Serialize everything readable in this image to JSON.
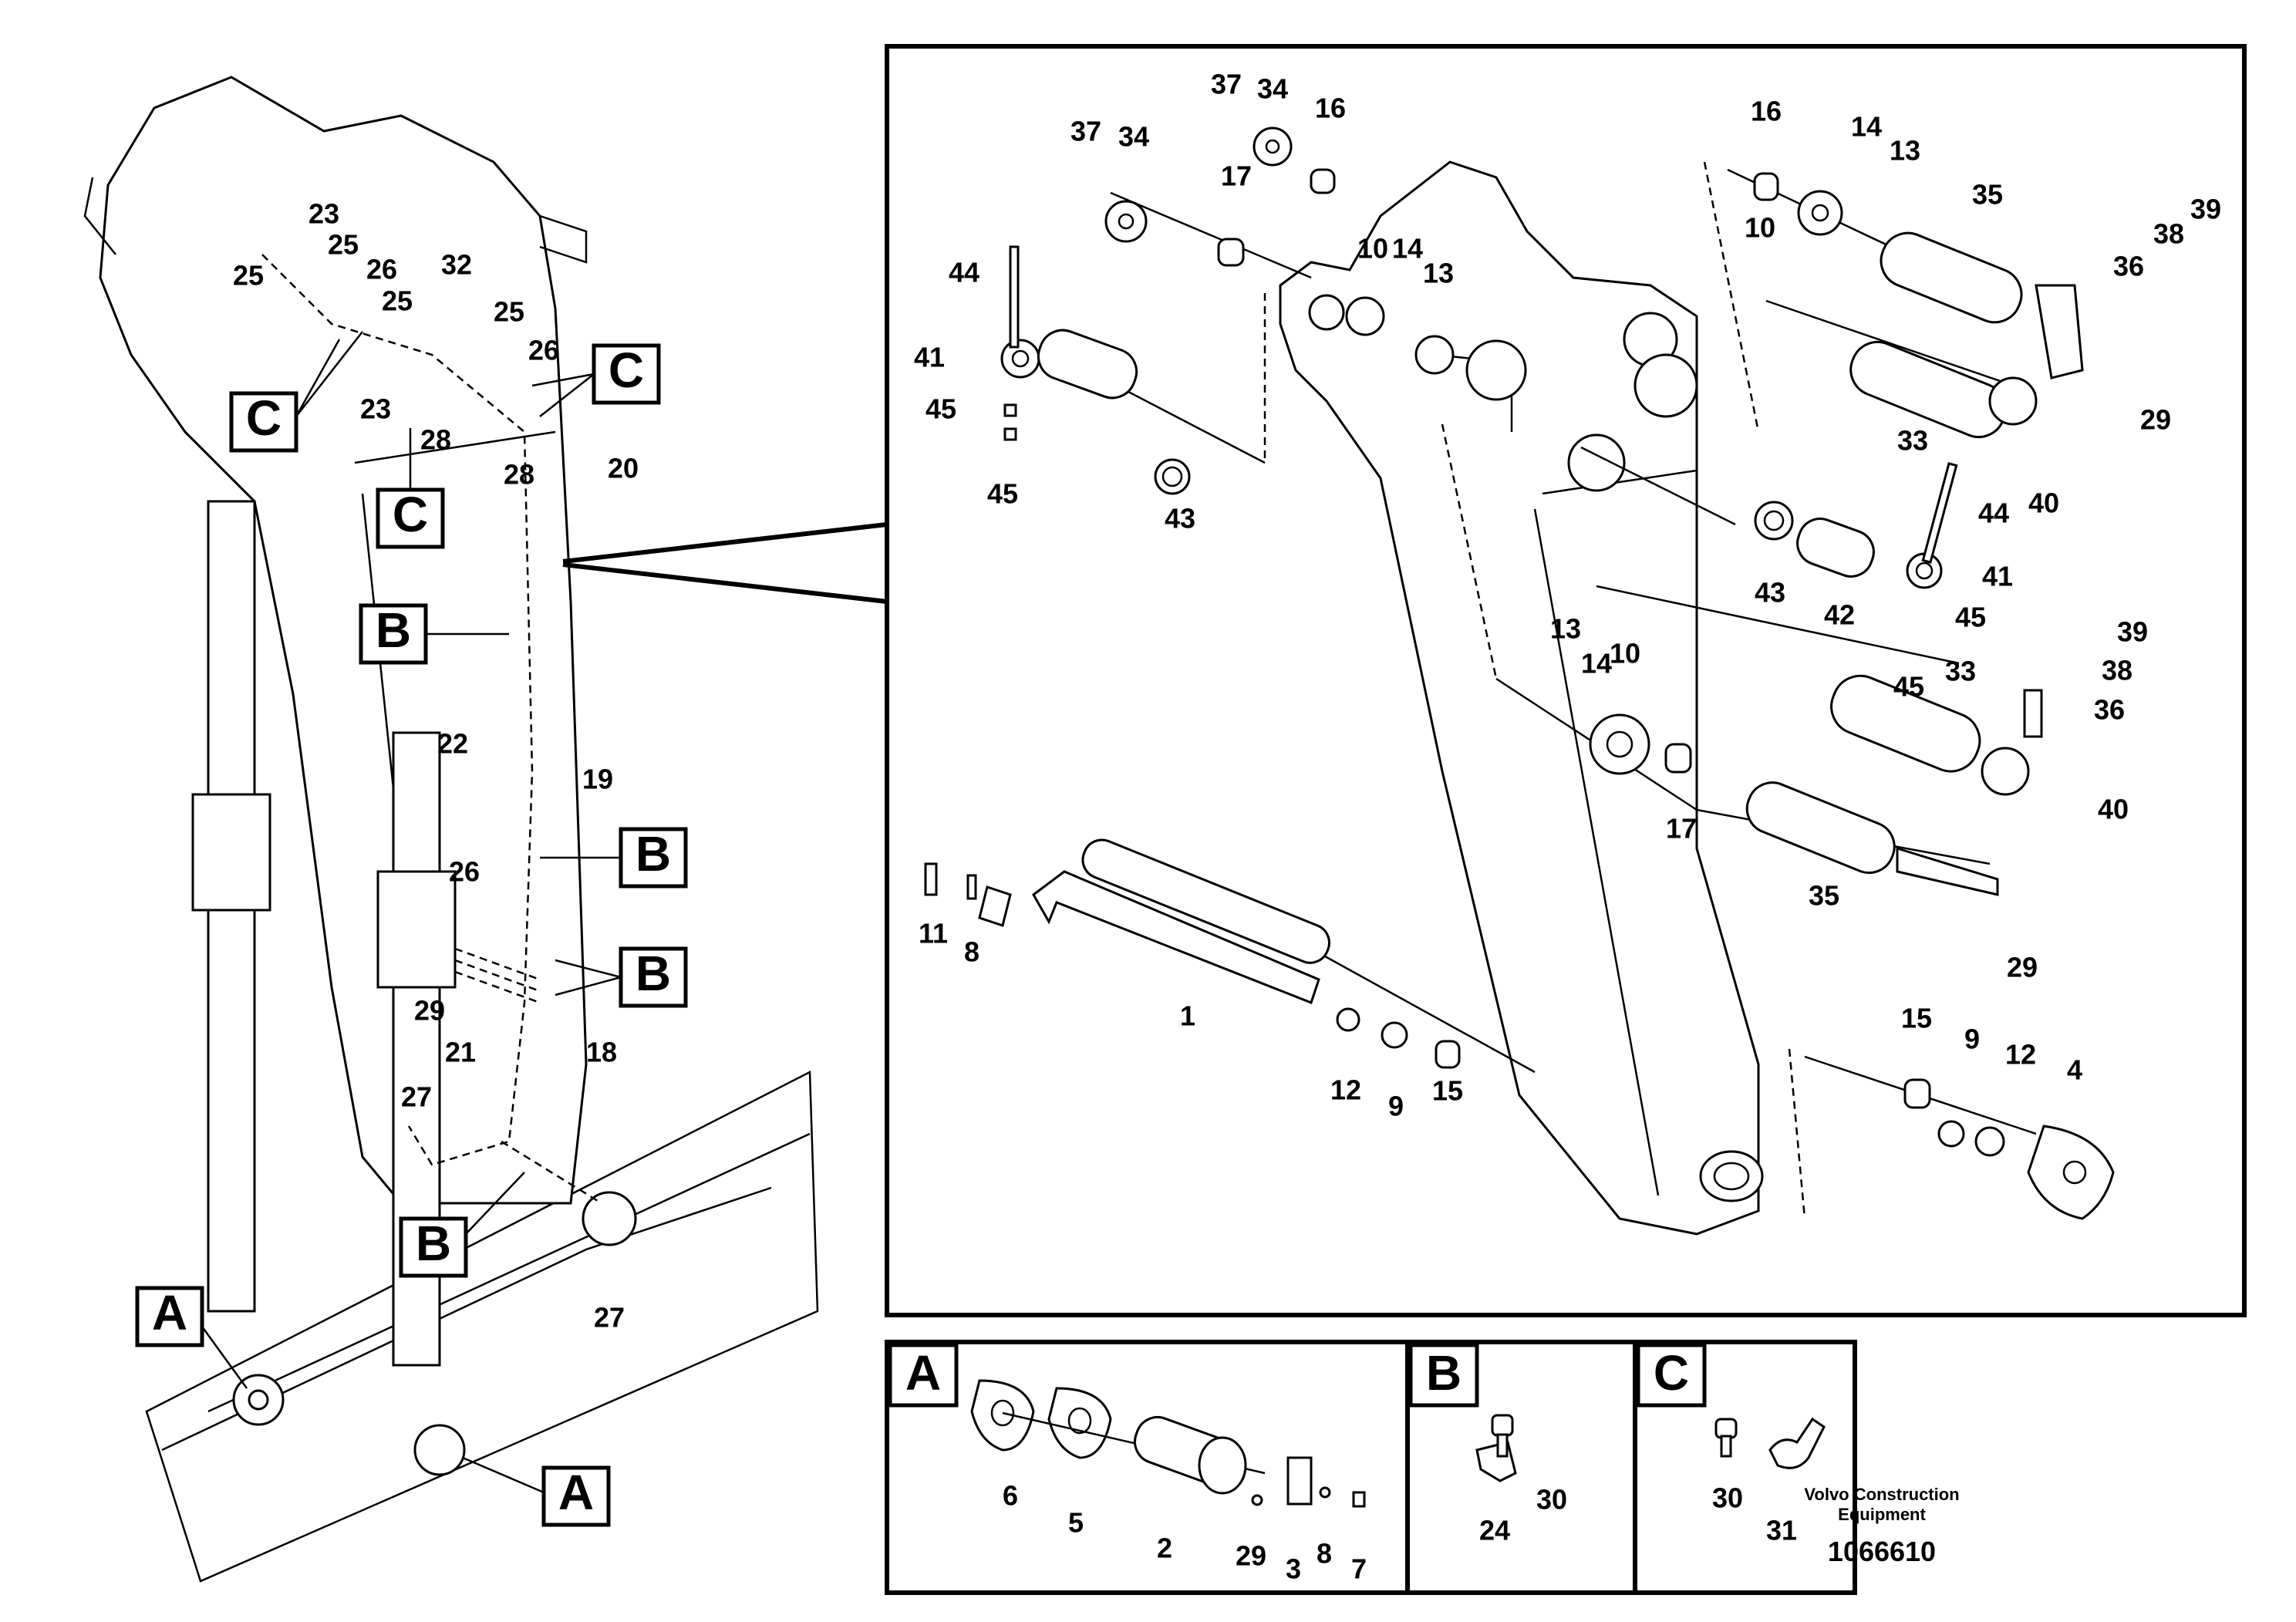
{
  "footer": {
    "brand_line1": "Volvo Construction",
    "brand_line2": "Equipment",
    "drawing_number": "1066610"
  },
  "detail_boxes": {
    "a": "A",
    "b": "B",
    "c": "C"
  },
  "overview_callouts": {
    "c1": "C",
    "c2": "C",
    "c3": "C",
    "b1": "B",
    "b2": "B",
    "b3": "B",
    "b4": "B",
    "a1": "A",
    "a2": "A"
  },
  "overview_labels": {
    "p23a": "23",
    "p25a": "25",
    "p26a": "26",
    "p25b": "25",
    "p32": "32",
    "p25c": "25",
    "p25d": "25",
    "p26b": "26",
    "p23b": "23",
    "p28a": "28",
    "p28b": "28",
    "p20": "20",
    "p22": "22",
    "p19": "19",
    "p26c": "26",
    "p29": "29",
    "p21": "21",
    "p18": "18",
    "p27a": "27",
    "p27b": "27"
  },
  "main_labels": {
    "p37a": "37",
    "p34a": "34",
    "p16a": "16",
    "p37b": "37",
    "p34b": "34",
    "p17a": "17",
    "p44a": "44",
    "p41a": "41",
    "p45a": "45",
    "p45b": "45",
    "p43a": "43",
    "p10a": "10",
    "p14a": "14",
    "p13a": "13",
    "p16b": "16",
    "p14b": "14",
    "p13b": "13",
    "p10b": "10",
    "p35a": "35",
    "p39a": "39",
    "p38a": "38",
    "p36a": "36",
    "p33a": "33",
    "p29a": "29",
    "p40a": "40",
    "p44b": "44",
    "p41b": "41",
    "p43b": "43",
    "p42": "42",
    "p45c": "45",
    "p45d": "45",
    "p39b": "39",
    "p38b": "38",
    "p36b": "36",
    "p13c": "13",
    "p14c": "14",
    "p10c": "10",
    "p33b": "33",
    "p17b": "17",
    "p40b": "40",
    "p35b": "35",
    "p29b": "29",
    "p11": "11",
    "p8a": "8",
    "p1": "1",
    "p12a": "12",
    "p9a": "9",
    "p15a": "15",
    "p15b": "15",
    "p9b": "9",
    "p12b": "12",
    "p4": "4"
  },
  "detail_a_labels": {
    "p6": "6",
    "p5": "5",
    "p2": "2",
    "p29": "29",
    "p3": "3",
    "p8": "8",
    "p7": "7"
  },
  "detail_b_labels": {
    "p24": "24",
    "p30": "30"
  },
  "detail_c_labels": {
    "p30": "30",
    "p31": "31"
  }
}
